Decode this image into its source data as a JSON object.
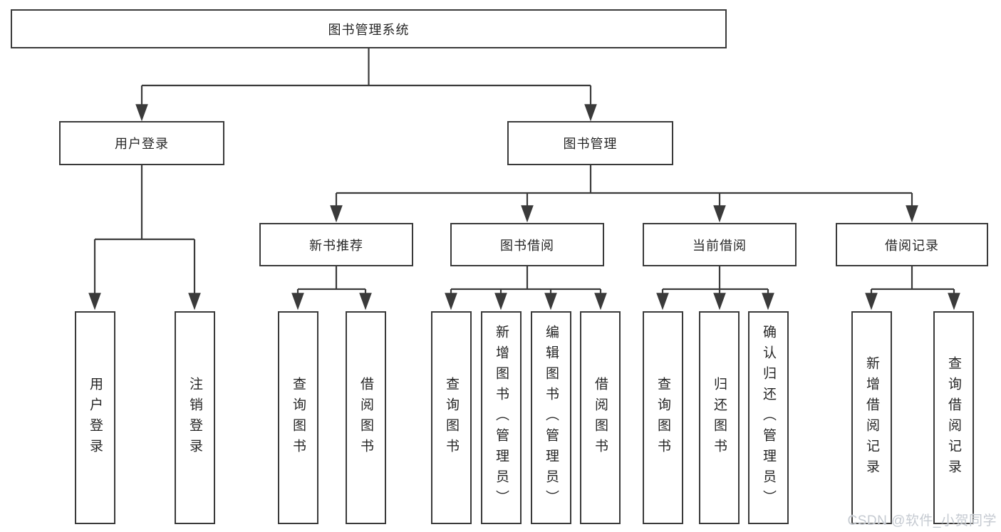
{
  "tree": {
    "label": "图书管理系统",
    "children": [
      {
        "label": "用户登录",
        "children": [
          {
            "label": "用户登录"
          },
          {
            "label": "注销登录"
          }
        ]
      },
      {
        "label": "图书管理",
        "children": [
          {
            "label": "新书推荐",
            "children": [
              {
                "label": "查询图书"
              },
              {
                "label": "借阅图书"
              }
            ]
          },
          {
            "label": "图书借阅",
            "children": [
              {
                "label": "查询图书"
              },
              {
                "label": "新增图书（管理员）"
              },
              {
                "label": "编辑图书（管理员）"
              },
              {
                "label": "借阅图书"
              }
            ]
          },
          {
            "label": "当前借阅",
            "children": [
              {
                "label": "查询图书"
              },
              {
                "label": "归还图书"
              },
              {
                "label": "确认归还（管理员）"
              }
            ]
          },
          {
            "label": "借阅记录",
            "children": [
              {
                "label": "新增借阅记录"
              },
              {
                "label": "查询借阅记录"
              }
            ]
          }
        ]
      }
    ]
  },
  "watermark": "CSDN @软件_小贺同学",
  "colors": {
    "line": "#3a3a3a",
    "box_border": "#3a3a3a",
    "text": "#262626",
    "background": "#ffffff",
    "watermark": "#c5cad1"
  }
}
